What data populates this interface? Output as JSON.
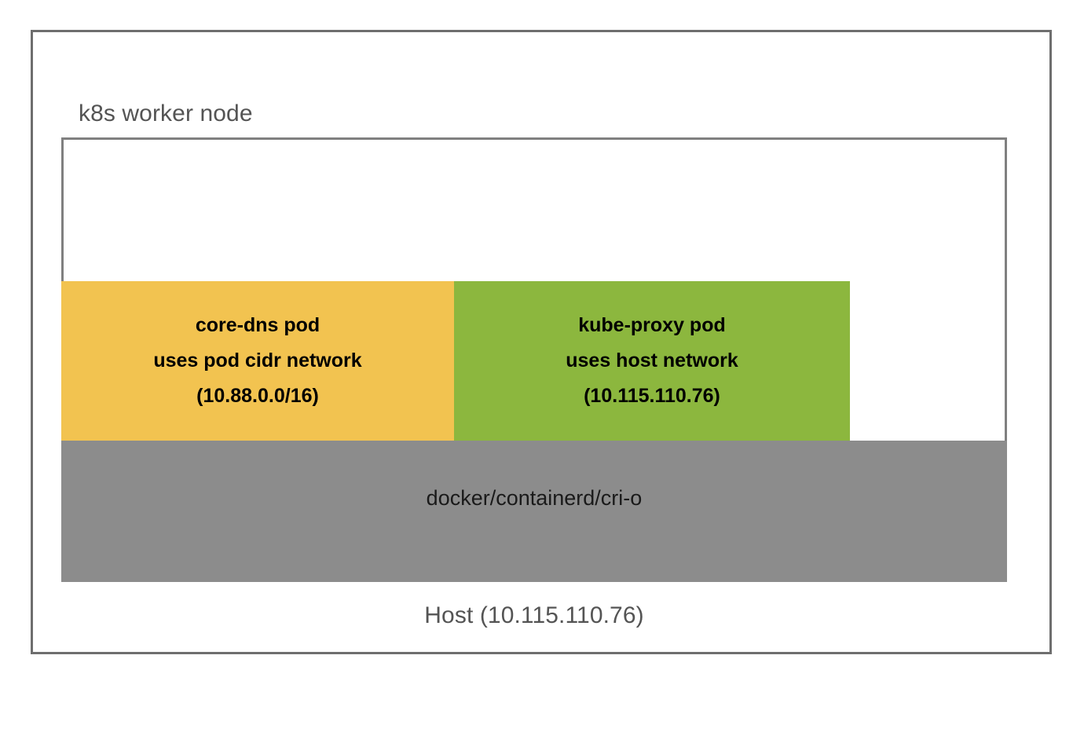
{
  "diagram": {
    "title": "k8s worker node",
    "host_caption": "Host (10.115.110.76)",
    "runtime_label": "docker/containerd/cri-o",
    "pods": [
      {
        "id": "core-dns",
        "color": "#f2c350",
        "lines": [
          "core-dns pod",
          "uses pod cidr network",
          "(10.88.0.0/16)"
        ]
      },
      {
        "id": "kube-proxy",
        "color": "#8cb73e",
        "lines": [
          "kube-proxy pod",
          "uses host network",
          "(10.115.110.76)"
        ]
      }
    ],
    "colors": {
      "outer_border": "#6e6e6e",
      "inner_border": "#808080",
      "runtime_bar": "#8c8c8c",
      "pod_yellow": "#f2c350",
      "pod_green": "#8cb73e",
      "label_text": "#545454",
      "box_text": "#000000",
      "background": "#ffffff"
    }
  }
}
